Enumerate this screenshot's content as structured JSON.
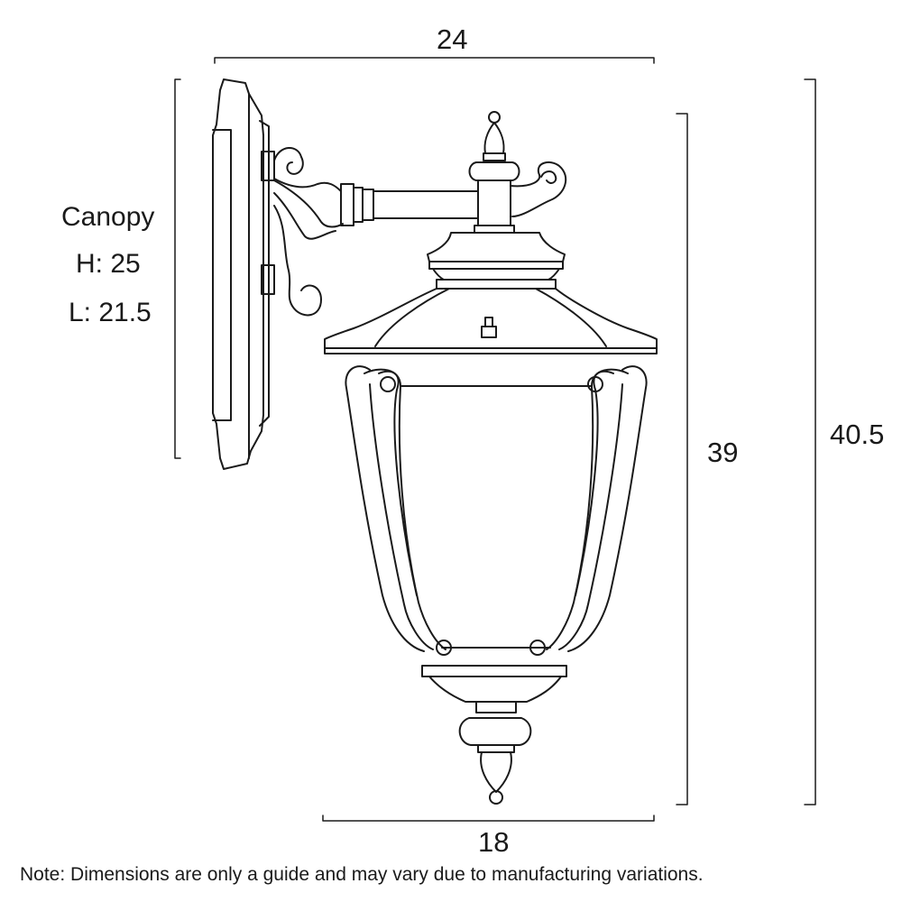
{
  "dimensions": {
    "top_width": "24",
    "bottom_width": "18",
    "lantern_height": "39",
    "total_height": "40.5"
  },
  "canopy": {
    "title": "Canopy",
    "height": "H: 25",
    "length": "L: 21.5"
  },
  "note": "Note: Dimensions are only a guide and may vary due to manufacturing variations."
}
